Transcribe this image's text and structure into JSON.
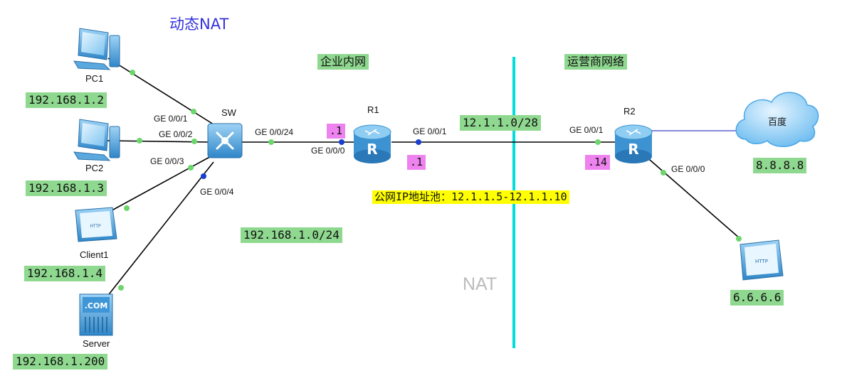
{
  "title": "动态NAT",
  "zones": {
    "internal": "企业内网",
    "isp": "运营商网络"
  },
  "nat_label": "NAT",
  "pool_label": "公网IP地址池：12.1.1.5-12.1.1.10",
  "devices": {
    "pc1": {
      "name": "PC1",
      "ip": "192.168.1.2"
    },
    "pc2": {
      "name": "PC2",
      "ip": "192.168.1.3"
    },
    "client1": {
      "name": "Client1",
      "ip": "192.168.1.4",
      "icon_text": "HTTP"
    },
    "server": {
      "name": "Server",
      "ip": "192.168.1.200",
      "icon_text": ".COM"
    },
    "sw": {
      "name": "SW"
    },
    "r1": {
      "name": "R1",
      "icon_text": "R"
    },
    "r2": {
      "name": "R2",
      "icon_text": "R"
    },
    "cloud": {
      "name": "百度",
      "ip": "8.8.8.8"
    },
    "web": {
      "ip": "6.6.6.6",
      "icon_text": "HTTP"
    }
  },
  "ports": {
    "sw_g1": "GE 0/0/1",
    "sw_g2": "GE 0/0/2",
    "sw_g3": "GE 0/0/3",
    "sw_g4": "GE 0/0/4",
    "sw_g24": "GE 0/0/24",
    "r1_g0": "GE 0/0/0",
    "r1_g1": "GE 0/0/1",
    "r2_g1": "GE 0/0/1",
    "r2_g0": "GE 0/0/0"
  },
  "subnets": {
    "lan": "192.168.1.0/24",
    "wan": "12.1.1.0/28"
  },
  "host_ids": {
    "r1_lan": ".1",
    "r1_wan": ".1",
    "r2_wan": ".14"
  },
  "colors": {
    "title": "#3333dd",
    "label_green": "#8fd88f",
    "label_pink": "#ee82ee",
    "label_yellow": "#ffff00",
    "divider": "#00dddd",
    "cloud_link": "#8888dd",
    "device_blue": "#3a9bd9"
  }
}
